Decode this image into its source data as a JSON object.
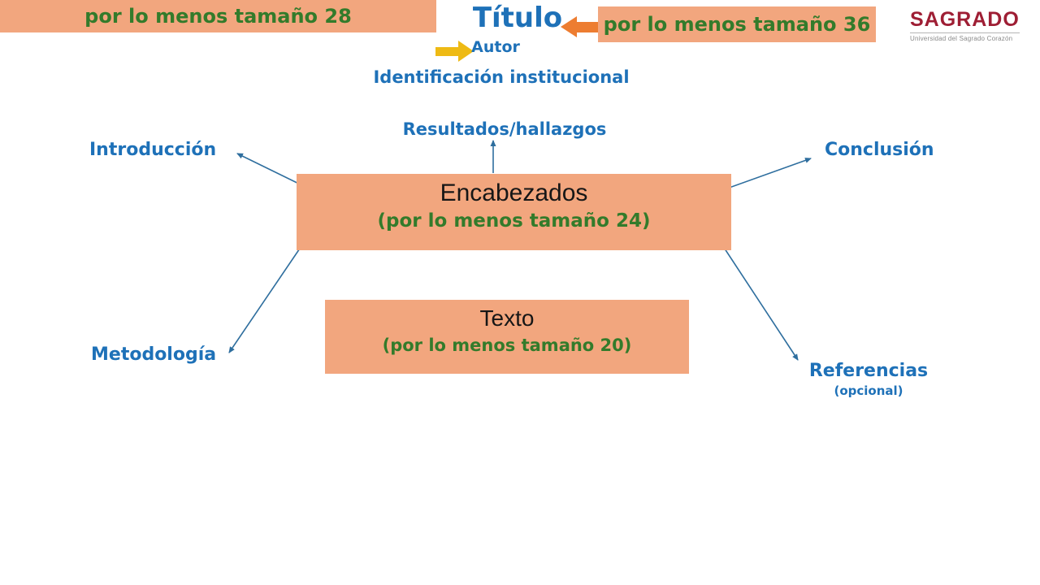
{
  "slide": {
    "title": "Título",
    "author": "Autor",
    "institutional_id": "Identificación institucional",
    "size_note_28": "por lo menos tamaño 28",
    "size_note_36": "por lo menos tamaño 36",
    "sections": {
      "resultados": "Resultados/hallazgos",
      "introduccion": "Introducción",
      "conclusion": "Conclusión",
      "metodologia": "Metodología",
      "referencias": "Referencias",
      "referencias_note": "(opcional)"
    },
    "encabezados_box": {
      "title": "Encabezados",
      "note": "(por lo menos tamaño 24)"
    },
    "texto_box": {
      "title": "Texto",
      "note": "(por lo menos tamaño 20)"
    },
    "logo": {
      "name": "SAGRADO",
      "tagline": "Universidad del Sagrado Corazón"
    },
    "colors": {
      "salmon": "#F2A67E",
      "green": "#337B2B",
      "blue": "#1E71B8",
      "orange": "#ED7D31",
      "gold": "#EEBA14",
      "maroon": "#9E1E34",
      "gray": "#8A8A8A",
      "connector": "#2E6E9E"
    }
  }
}
